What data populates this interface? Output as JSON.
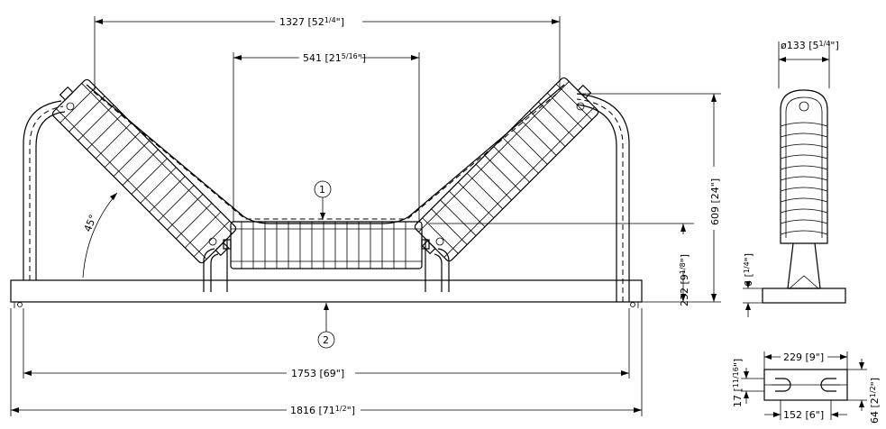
{
  "drawing": {
    "dimensions": {
      "top_span": {
        "main": "1327 [52",
        "frac": "1/4",
        "tail": "\"]"
      },
      "middle_span": {
        "main": "541 [21",
        "frac": "5/16",
        "tail": "\"]"
      },
      "base_inner": {
        "main": "1753 [69\"]"
      },
      "base_outer": {
        "main": "1816 [71",
        "frac": "1/2",
        "tail": "\"]"
      },
      "overall_height": {
        "main": "609 [24\"]"
      },
      "center_height": {
        "main": "232 [9",
        "frac": "1/8",
        "tail": "\"]"
      },
      "roll_diameter": {
        "main": "ø133 [5",
        "frac": "1/4",
        "tail": "\"]"
      },
      "plate_thickness": {
        "main": "6 [",
        "frac": "1/4",
        "tail": "\"]"
      },
      "foot_width": {
        "main": "229 [9\"]"
      },
      "foot_slot_spacing": {
        "main": "152 [6\"]"
      },
      "foot_slot": {
        "main": "17 [",
        "frac": "11/16",
        "tail": "\"]"
      },
      "foot_depth": {
        "main": "64 [2",
        "frac": "1/2",
        "tail": "\"]"
      }
    },
    "angle_label": "45°",
    "callouts": [
      "1",
      "2"
    ]
  }
}
